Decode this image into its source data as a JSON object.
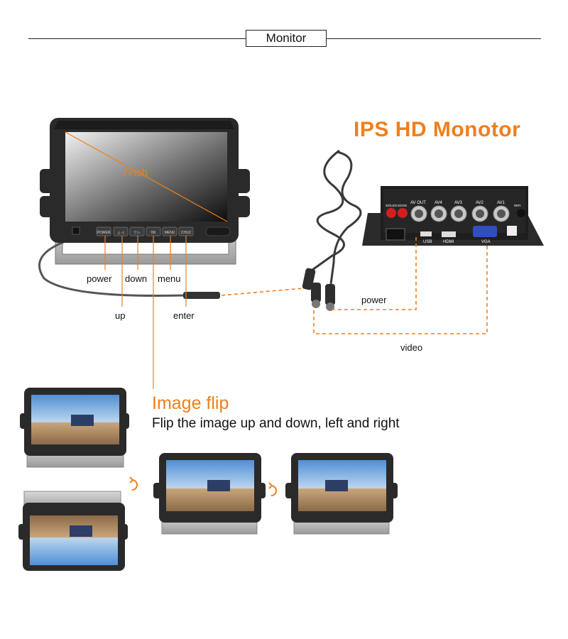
{
  "header": {
    "title": "Monitor"
  },
  "headline": "IPS HD Monotor",
  "monitor": {
    "size_label": "7inch",
    "button_labels": [
      "power",
      "up",
      "down",
      "menu",
      "enter"
    ],
    "key_marks": [
      "POWER",
      "△ ◁",
      "▽ ▷",
      "OK",
      "MENU",
      "CH1/2"
    ]
  },
  "dvr": {
    "port_labels": [
      "3G/LED",
      "5G/4G",
      "AV OUT",
      "AV4",
      "AV3",
      "AV2",
      "AV1",
      "WIFI",
      "USB",
      "HDMI",
      "VGA"
    ]
  },
  "connections": {
    "power_label": "power",
    "video_label": "video"
  },
  "image_flip": {
    "title": "Image flip",
    "description": "Flip the image up and down, left and right"
  },
  "colors": {
    "accent": "#f07f1b",
    "bezel": "#2a2a2a",
    "bracket": "#a8a8a8"
  }
}
